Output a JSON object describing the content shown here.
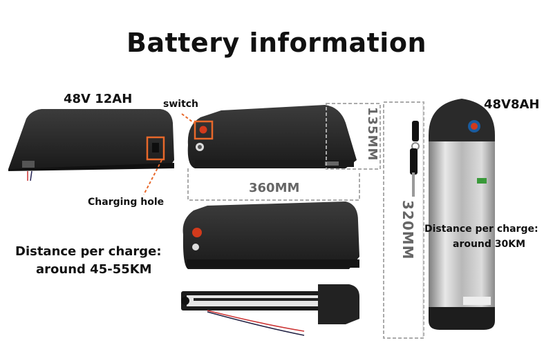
{
  "title": "Battery information",
  "battery_left": {
    "model": "48V 12AH",
    "switch_label": "switch",
    "charging_label": "Charging hole",
    "length": "360MM",
    "height": "135MM",
    "distance_line1": "Distance per charge:",
    "distance_line2": "around 45-55KM"
  },
  "battery_right": {
    "model": "48V8AH",
    "height": "320MM",
    "distance_line1": "Distance per charge:",
    "distance_line2": "around 30KM"
  },
  "colors": {
    "highlight": "#e8682a",
    "battery_body": "#2a2a2a",
    "dimension_line": "#aaaaaa",
    "silver": "#c9c9c9"
  }
}
